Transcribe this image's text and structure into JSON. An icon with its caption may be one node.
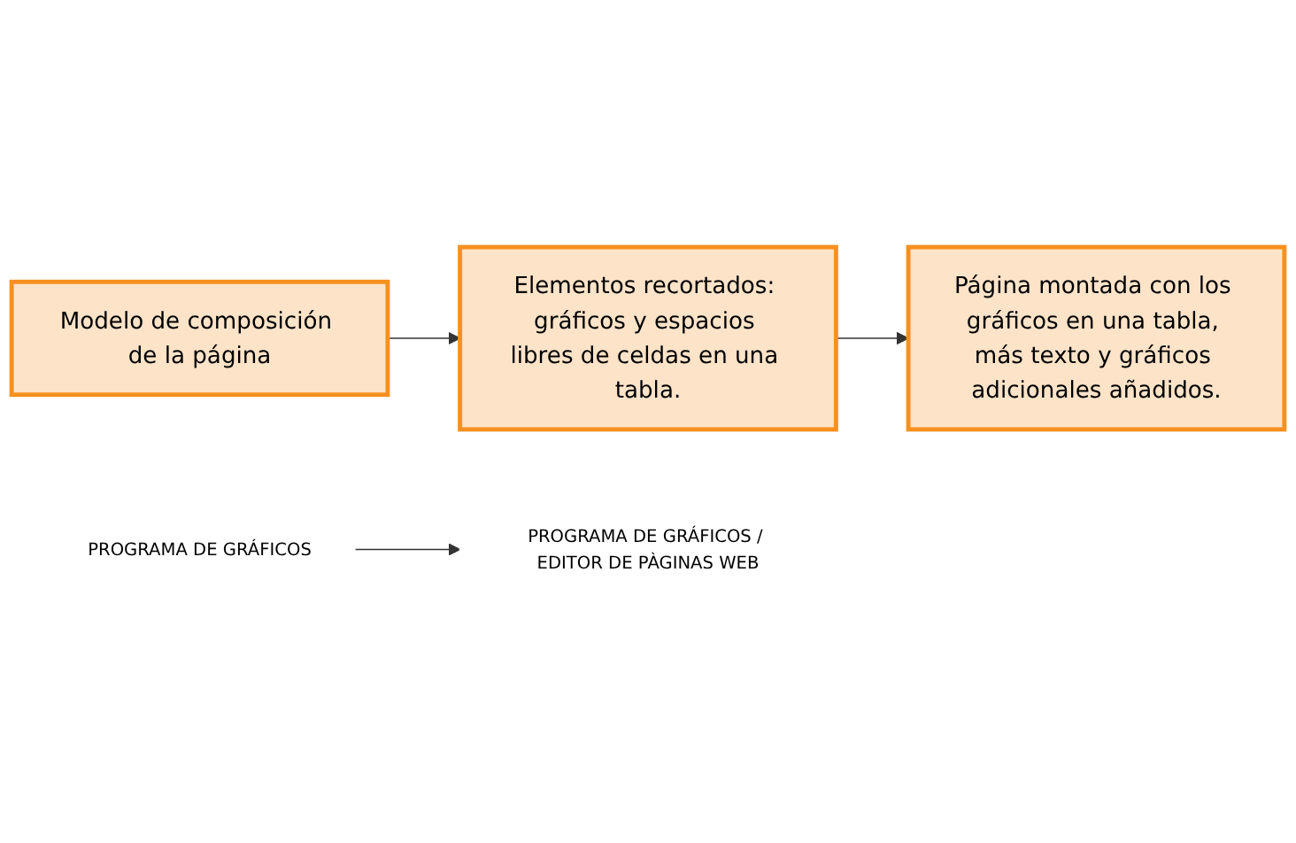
{
  "diagram": {
    "nodes": [
      {
        "text": [
          "Modelo de composición de la página"
        ]
      },
      {
        "text": [
          "Elementos recortados: gráficos y espacios libres de celdas en una tabla."
        ]
      },
      {
        "text": [
          "Página montada con los gráficos en una tabla, más texto y gráficos adicionales añadidos."
        ]
      },
      {
        "text": [
          "PROGRAMA DE GRÁFICOS"
        ]
      },
      {
        "text": [
          "PROGRAMA DE GRÁFICOS / EDITOR DE PÀGINAS WEB"
        ]
      }
    ],
    "edges": [
      {
        "from": 0,
        "to": 1,
        "arrow": "to"
      },
      {
        "from": 1,
        "to": 2,
        "arrow": "to"
      },
      {
        "from": 3,
        "to": 4,
        "arrow": "to"
      }
    ]
  }
}
